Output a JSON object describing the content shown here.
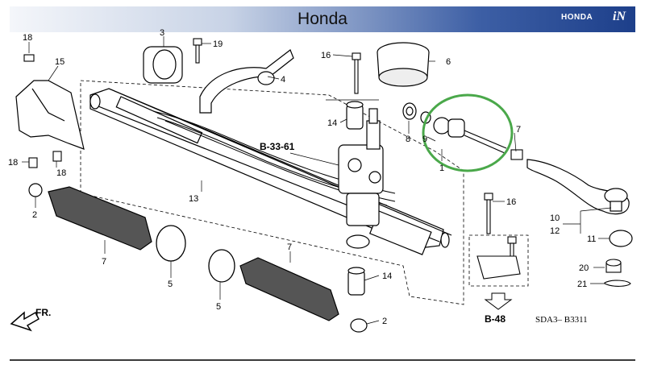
{
  "header": {
    "title": "Honda",
    "brand_text": "HONDA",
    "brand_mark": "iN"
  },
  "callouts": [
    {
      "num": "18"
    },
    {
      "num": "15"
    },
    {
      "num": "3"
    },
    {
      "num": "19"
    },
    {
      "num": "4"
    },
    {
      "num": "16"
    },
    {
      "num": "6"
    },
    {
      "num": "14"
    },
    {
      "num": "8"
    },
    {
      "num": "9"
    },
    {
      "num": "7"
    },
    {
      "num": "1"
    },
    {
      "num": "18"
    },
    {
      "num": "18"
    },
    {
      "num": "2"
    },
    {
      "num": "13"
    },
    {
      "num": "7"
    },
    {
      "num": "5"
    },
    {
      "num": "5"
    },
    {
      "num": "7"
    },
    {
      "num": "14"
    },
    {
      "num": "2"
    },
    {
      "num": "16"
    },
    {
      "num": "10"
    },
    {
      "num": "12"
    },
    {
      "num": "11"
    },
    {
      "num": "20"
    },
    {
      "num": "21"
    }
  ],
  "references": {
    "upper": "B-33-61",
    "lower": "B-48"
  },
  "diagram_code": "SDA3– B3311",
  "front_marker": "FR.",
  "highlight_color": "#4aa84a",
  "banner_colors": {
    "start": "#f4f6fa",
    "end": "#1d3f8a"
  }
}
